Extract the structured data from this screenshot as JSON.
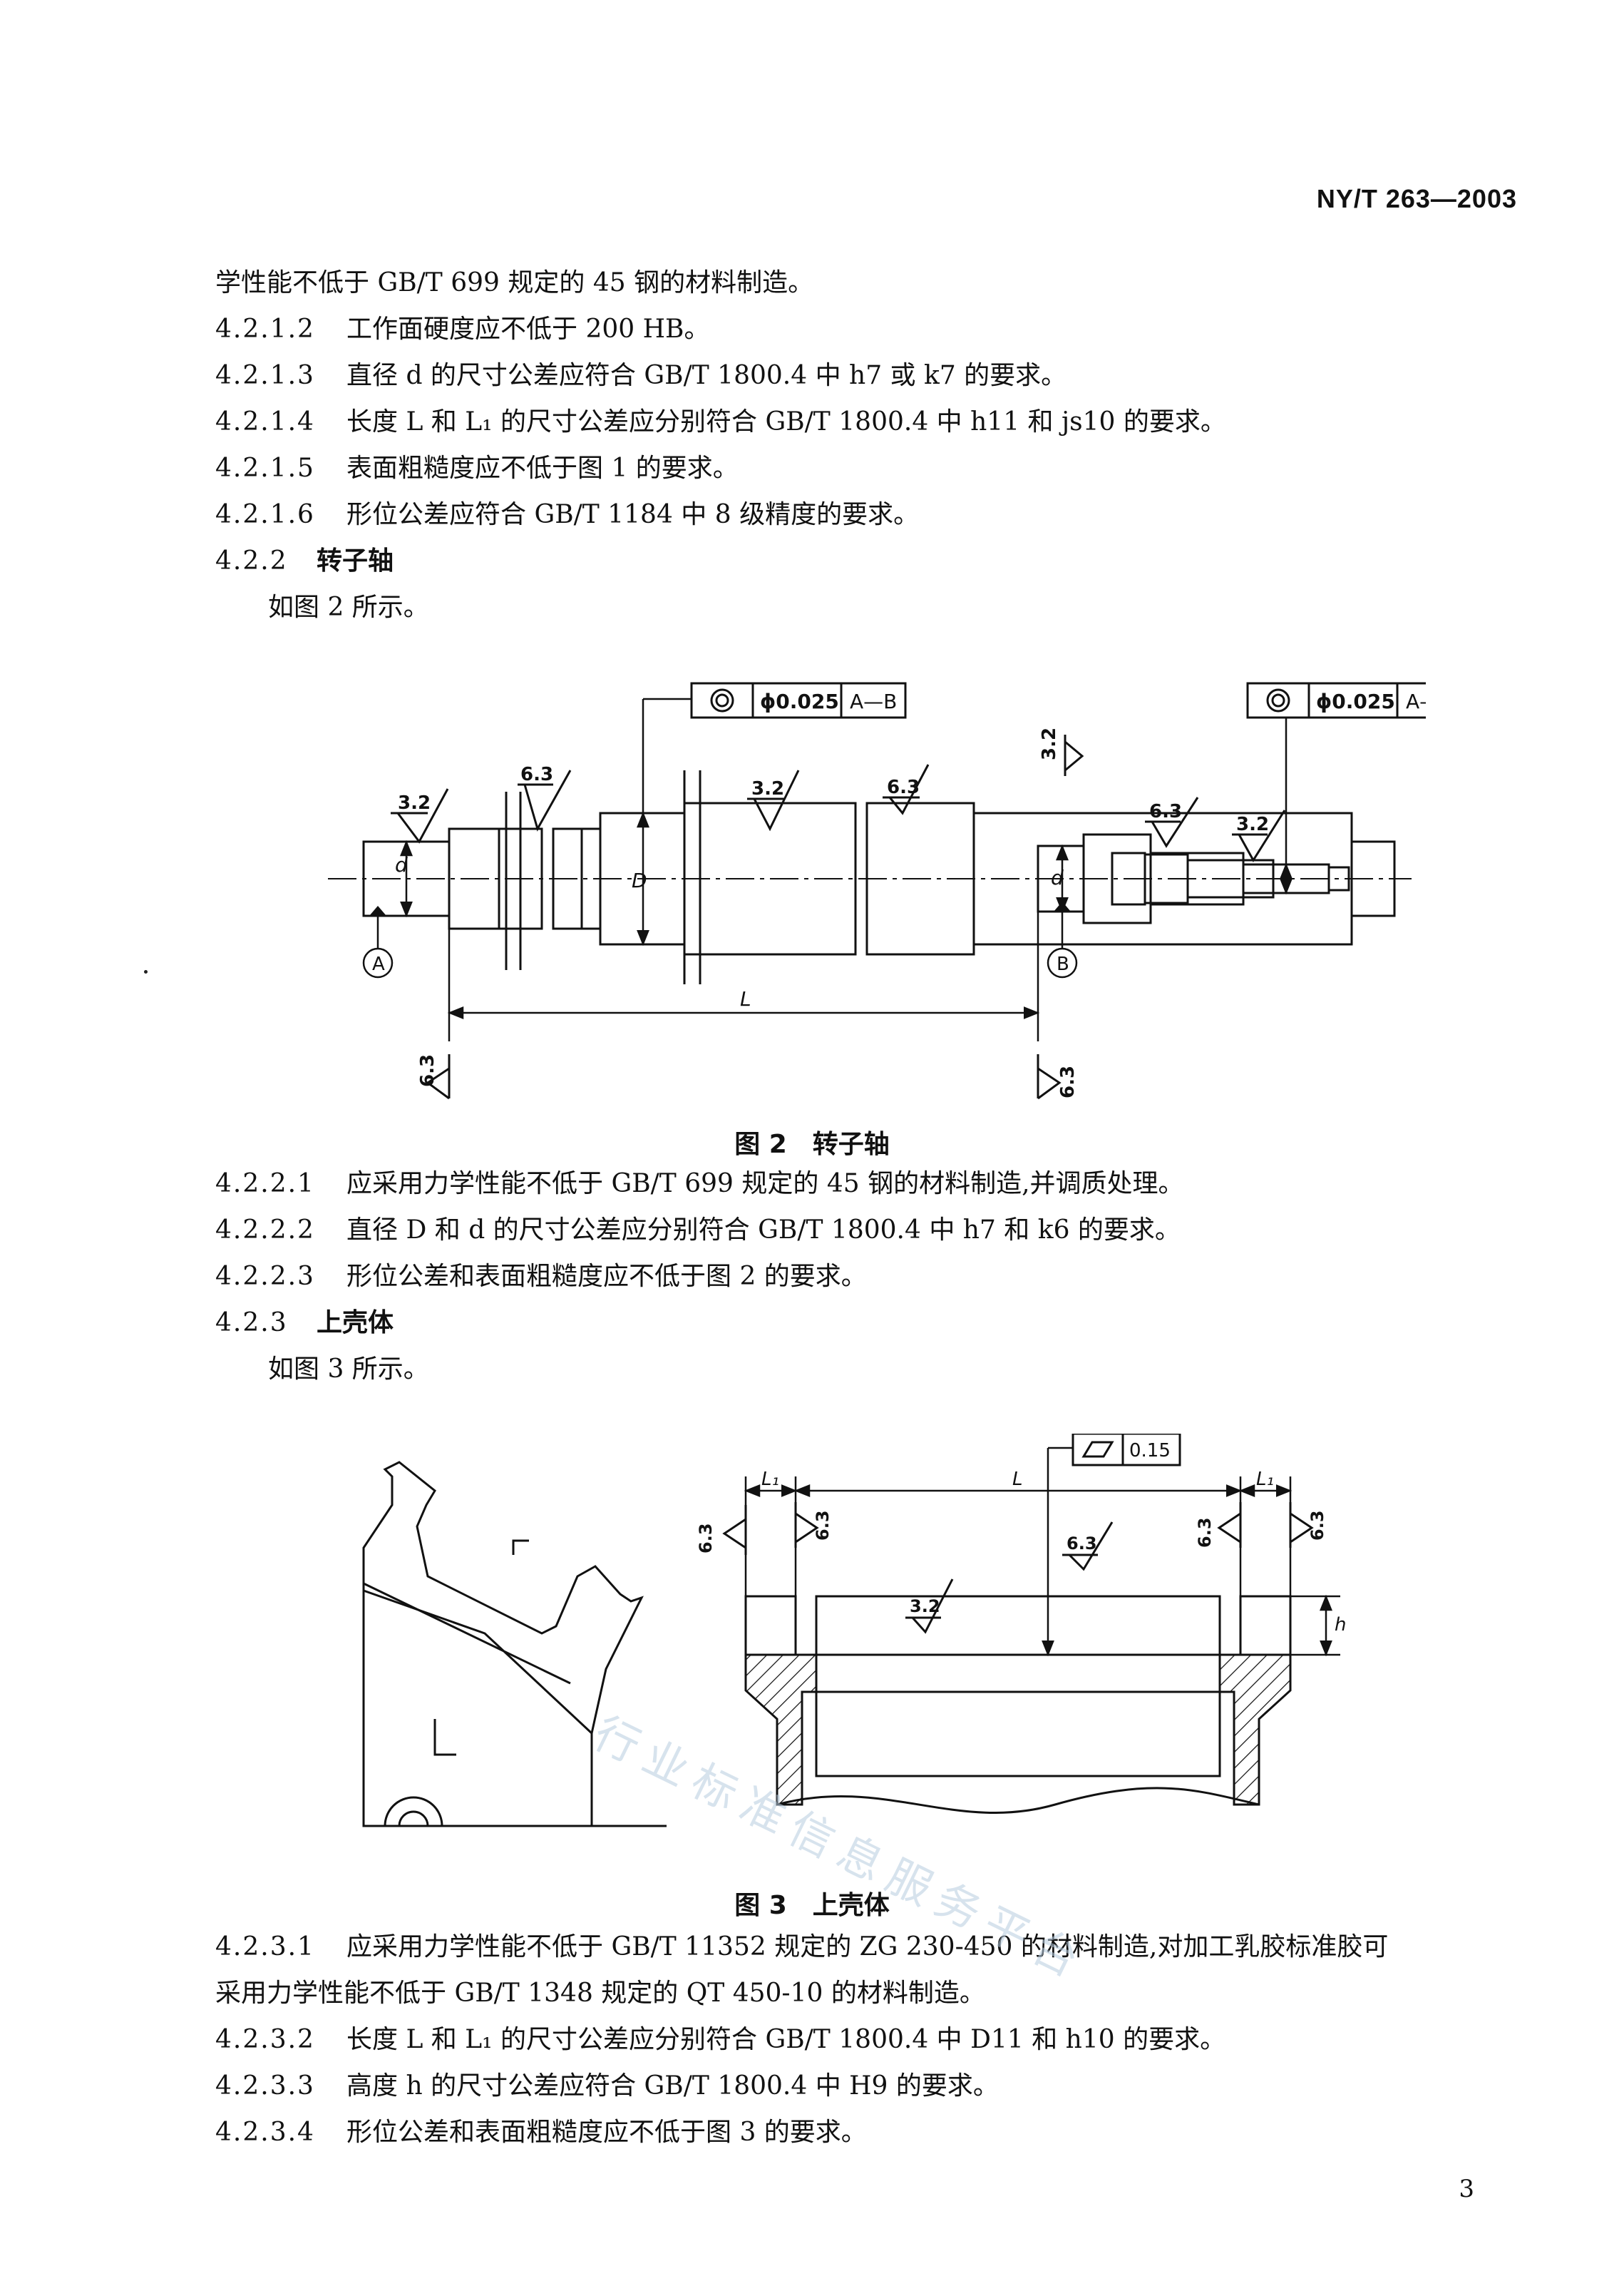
{
  "header": {
    "standard_code": "NY/T 263—2003"
  },
  "paragraphs": [
    {
      "text": "学性能不低于 GB/T 699 规定的 45 钢的材料制造。"
    },
    {
      "num": "4.2.1.2",
      "text": "工作面硬度应不低于 200 HB。"
    },
    {
      "num": "4.2.1.3",
      "text": "直径 d 的尺寸公差应符合 GB/T 1800.4 中 h7 或 k7 的要求。"
    },
    {
      "num": "4.2.1.4",
      "text": "长度 L 和 L₁ 的尺寸公差应分别符合 GB/T 1800.4 中 h11 和 js10 的要求。"
    },
    {
      "num": "4.2.1.5",
      "text": "表面粗糙度应不低于图 1 的要求。"
    },
    {
      "num": "4.2.1.6",
      "text": "形位公差应符合 GB/T 1184 中 8 级精度的要求。"
    },
    {
      "num": "4.2.2",
      "title": "转子轴"
    },
    {
      "text": "如图 2 所示。"
    }
  ],
  "figure2": {
    "caption_num": "图 2",
    "caption_title": "转子轴",
    "tolerance_frame": {
      "symbol": "◎",
      "value": "ϕ0.025",
      "datum": "A—B"
    },
    "roughness": {
      "r32": "3.2",
      "r63": "6.3"
    },
    "dims": {
      "d": "d",
      "D": "D",
      "L": "L"
    },
    "datums": {
      "a": "A",
      "b": "B"
    }
  },
  "paragraphs2": [
    {
      "num": "4.2.2.1",
      "text": "应采用力学性能不低于 GB/T 699 规定的 45 钢的材料制造,并调质处理。"
    },
    {
      "num": "4.2.2.2",
      "text": "直径 D 和 d 的尺寸公差应分别符合 GB/T 1800.4 中 h7 和 k6 的要求。"
    },
    {
      "num": "4.2.2.3",
      "text": "形位公差和表面粗糙度应不低于图 2 的要求。"
    },
    {
      "num": "4.2.3",
      "title": "上壳体"
    },
    {
      "text": "如图 3 所示。"
    }
  ],
  "figure3": {
    "caption_num": "图 3",
    "caption_title": "上壳体",
    "flatness_frame": {
      "symbol": "▱",
      "value": "0.15"
    },
    "roughness": {
      "r32": "3.2",
      "r63": "6.3"
    },
    "dims": {
      "L": "L",
      "L1": "L₁",
      "h": "h"
    }
  },
  "paragraphs3": [
    {
      "num": "4.2.3.1",
      "text": "应采用力学性能不低于 GB/T 11352 规定的 ZG 230-450 的材料制造,对加工乳胶标准胶可"
    },
    {
      "text": "采用力学性能不低于 GB/T 1348 规定的 QT 450-10 的材料制造。"
    },
    {
      "num": "4.2.3.2",
      "text": "长度 L 和 L₁ 的尺寸公差应分别符合 GB/T 1800.4 中 D11 和 h10 的要求。"
    },
    {
      "num": "4.2.3.3",
      "text": "高度 h 的尺寸公差应符合 GB/T 1800.4 中 H9 的要求。"
    },
    {
      "num": "4.2.3.4",
      "text": "形位公差和表面粗糙度应不低于图 3 的要求。"
    }
  ],
  "watermark": "行业标准信息服务平台",
  "footer": {
    "page_number": "3"
  }
}
